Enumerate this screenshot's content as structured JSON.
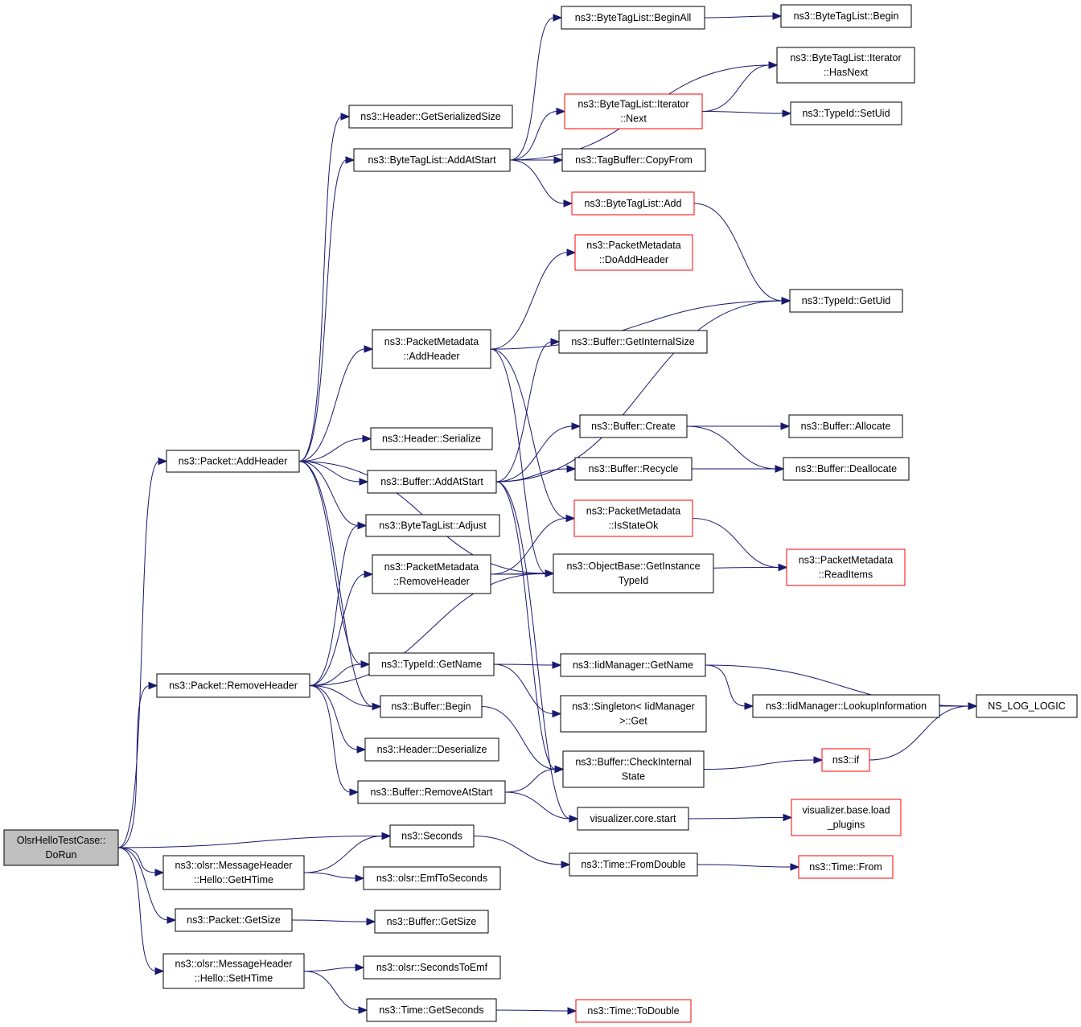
{
  "graph": {
    "nodes": [
      {
        "id": "root",
        "lines": [
          "OlsrHelloTestCase::",
          "DoRun"
        ],
        "kind": "root"
      },
      {
        "id": "pkt_addheader",
        "lines": [
          "ns3::Packet::AddHeader"
        ],
        "kind": "normal"
      },
      {
        "id": "pkt_removeheader",
        "lines": [
          "ns3::Packet::RemoveHeader"
        ],
        "kind": "normal"
      },
      {
        "id": "seconds",
        "lines": [
          "ns3::Seconds"
        ],
        "kind": "normal"
      },
      {
        "id": "gethtime",
        "lines": [
          "ns3::olsr::MessageHeader",
          "::Hello::GetHTime"
        ],
        "kind": "normal"
      },
      {
        "id": "pkt_getsize",
        "lines": [
          "ns3::Packet::GetSize"
        ],
        "kind": "normal"
      },
      {
        "id": "sethtime",
        "lines": [
          "ns3::olsr::MessageHeader",
          "::Hello::SetHTime"
        ],
        "kind": "normal"
      },
      {
        "id": "hdr_getserializedsize",
        "lines": [
          "ns3::Header::GetSerializedSize"
        ],
        "kind": "normal"
      },
      {
        "id": "btl_addatstart",
        "lines": [
          "ns3::ByteTagList::AddAtStart"
        ],
        "kind": "normal"
      },
      {
        "id": "pm_addheader",
        "lines": [
          "ns3::PacketMetadata",
          "::AddHeader"
        ],
        "kind": "normal"
      },
      {
        "id": "hdr_serialize",
        "lines": [
          "ns3::Header::Serialize"
        ],
        "kind": "normal"
      },
      {
        "id": "buf_addatstart",
        "lines": [
          "ns3::Buffer::AddAtStart"
        ],
        "kind": "normal"
      },
      {
        "id": "btl_adjust",
        "lines": [
          "ns3::ByteTagList::Adjust"
        ],
        "kind": "normal"
      },
      {
        "id": "pm_removeheader",
        "lines": [
          "ns3::PacketMetadata",
          "::RemoveHeader"
        ],
        "kind": "normal"
      },
      {
        "id": "typeid_getname",
        "lines": [
          "ns3::TypeId::GetName"
        ],
        "kind": "normal"
      },
      {
        "id": "buf_begin",
        "lines": [
          "ns3::Buffer::Begin"
        ],
        "kind": "normal"
      },
      {
        "id": "hdr_deserialize",
        "lines": [
          "ns3::Header::Deserialize"
        ],
        "kind": "normal"
      },
      {
        "id": "buf_removeatstart",
        "lines": [
          "ns3::Buffer::RemoveAtStart"
        ],
        "kind": "normal"
      },
      {
        "id": "emftoseconds",
        "lines": [
          "ns3::olsr::EmfToSeconds"
        ],
        "kind": "normal"
      },
      {
        "id": "buf_getsize",
        "lines": [
          "ns3::Buffer::GetSize"
        ],
        "kind": "normal"
      },
      {
        "id": "secondstoemf",
        "lines": [
          "ns3::olsr::SecondsToEmf"
        ],
        "kind": "normal"
      },
      {
        "id": "time_getseconds",
        "lines": [
          "ns3::Time::GetSeconds"
        ],
        "kind": "normal"
      },
      {
        "id": "btl_beginall",
        "lines": [
          "ns3::ByteTagList::BeginAll"
        ],
        "kind": "normal"
      },
      {
        "id": "btl_iter_next",
        "lines": [
          "ns3::ByteTagList::Iterator",
          "::Next"
        ],
        "kind": "truncated"
      },
      {
        "id": "tagbuf_copyfrom",
        "lines": [
          "ns3::TagBuffer::CopyFrom"
        ],
        "kind": "normal"
      },
      {
        "id": "btl_add",
        "lines": [
          "ns3::ByteTagList::Add"
        ],
        "kind": "truncated"
      },
      {
        "id": "pm_doaddheader",
        "lines": [
          "ns3::PacketMetadata",
          "::DoAddHeader"
        ],
        "kind": "truncated"
      },
      {
        "id": "buf_getinternalsize",
        "lines": [
          "ns3::Buffer::GetInternalSize"
        ],
        "kind": "normal"
      },
      {
        "id": "buf_create",
        "lines": [
          "ns3::Buffer::Create"
        ],
        "kind": "normal"
      },
      {
        "id": "buf_recycle",
        "lines": [
          "ns3::Buffer::Recycle"
        ],
        "kind": "normal"
      },
      {
        "id": "pm_isstateok",
        "lines": [
          "ns3::PacketMetadata",
          "::IsStateOk"
        ],
        "kind": "truncated"
      },
      {
        "id": "objbase_getinstancetypeid",
        "lines": [
          "ns3::ObjectBase::GetInstance",
          "TypeId"
        ],
        "kind": "normal"
      },
      {
        "id": "iidmgr_getname",
        "lines": [
          "ns3::IidManager::GetName"
        ],
        "kind": "normal"
      },
      {
        "id": "singleton_get",
        "lines": [
          "ns3::Singleton< IidManager",
          ">::Get"
        ],
        "kind": "normal"
      },
      {
        "id": "buf_checkinternalstate",
        "lines": [
          "ns3::Buffer::CheckInternal",
          "State"
        ],
        "kind": "normal"
      },
      {
        "id": "viz_core_start",
        "lines": [
          "visualizer.core.start"
        ],
        "kind": "normal"
      },
      {
        "id": "time_fromdouble",
        "lines": [
          "ns3::Time::FromDouble"
        ],
        "kind": "normal"
      },
      {
        "id": "time_todouble",
        "lines": [
          "ns3::Time::ToDouble"
        ],
        "kind": "truncated"
      },
      {
        "id": "btl_begin",
        "lines": [
          "ns3::ByteTagList::Begin"
        ],
        "kind": "normal"
      },
      {
        "id": "btl_iter_hasnext",
        "lines": [
          "ns3::ByteTagList::Iterator",
          "::HasNext"
        ],
        "kind": "normal"
      },
      {
        "id": "typeid_setuid",
        "lines": [
          "ns3::TypeId::SetUid"
        ],
        "kind": "normal"
      },
      {
        "id": "typeid_getuid",
        "lines": [
          "ns3::TypeId::GetUid"
        ],
        "kind": "normal"
      },
      {
        "id": "buf_allocate",
        "lines": [
          "ns3::Buffer::Allocate"
        ],
        "kind": "normal"
      },
      {
        "id": "buf_deallocate",
        "lines": [
          "ns3::Buffer::Deallocate"
        ],
        "kind": "normal"
      },
      {
        "id": "pm_readitems",
        "lines": [
          "ns3::PacketMetadata",
          "::ReadItems"
        ],
        "kind": "truncated"
      },
      {
        "id": "iidmgr_lookupinformation",
        "lines": [
          "ns3::IidManager::LookupInformation"
        ],
        "kind": "normal"
      },
      {
        "id": "ns_log_logic",
        "lines": [
          "NS_LOG_LOGIC"
        ],
        "kind": "normal"
      },
      {
        "id": "ns3_if",
        "lines": [
          "ns3::if"
        ],
        "kind": "truncated"
      },
      {
        "id": "viz_base_load_plugins",
        "lines": [
          "visualizer.base.load",
          "_plugins"
        ],
        "kind": "truncated"
      },
      {
        "id": "time_from",
        "lines": [
          "ns3::Time::From"
        ],
        "kind": "truncated"
      }
    ],
    "edges": [
      [
        "root",
        "pkt_addheader"
      ],
      [
        "root",
        "pkt_removeheader"
      ],
      [
        "root",
        "seconds"
      ],
      [
        "root",
        "gethtime"
      ],
      [
        "root",
        "pkt_getsize"
      ],
      [
        "root",
        "sethtime"
      ],
      [
        "pkt_addheader",
        "hdr_getserializedsize"
      ],
      [
        "pkt_addheader",
        "btl_addatstart"
      ],
      [
        "pkt_addheader",
        "pm_addheader"
      ],
      [
        "pkt_addheader",
        "objbase_getinstancetypeid"
      ],
      [
        "pkt_addheader",
        "hdr_serialize"
      ],
      [
        "pkt_addheader",
        "buf_addatstart"
      ],
      [
        "pkt_addheader",
        "btl_adjust"
      ],
      [
        "pkt_addheader",
        "typeid_getname"
      ],
      [
        "pkt_addheader",
        "buf_begin"
      ],
      [
        "pkt_removeheader",
        "btl_adjust"
      ],
      [
        "pkt_removeheader",
        "pm_removeheader"
      ],
      [
        "pkt_removeheader",
        "objbase_getinstancetypeid"
      ],
      [
        "pkt_removeheader",
        "typeid_getname"
      ],
      [
        "pkt_removeheader",
        "buf_begin"
      ],
      [
        "pkt_removeheader",
        "hdr_deserialize"
      ],
      [
        "pkt_removeheader",
        "buf_removeatstart"
      ],
      [
        "gethtime",
        "seconds"
      ],
      [
        "gethtime",
        "emftoseconds"
      ],
      [
        "pkt_getsize",
        "buf_getsize"
      ],
      [
        "sethtime",
        "secondstoemf"
      ],
      [
        "sethtime",
        "time_getseconds"
      ],
      [
        "seconds",
        "time_fromdouble"
      ],
      [
        "btl_addatstart",
        "btl_beginall"
      ],
      [
        "btl_addatstart",
        "btl_iter_hasnext"
      ],
      [
        "btl_addatstart",
        "btl_iter_next"
      ],
      [
        "btl_addatstart",
        "tagbuf_copyfrom"
      ],
      [
        "btl_addatstart",
        "btl_add"
      ],
      [
        "pm_addheader",
        "pm_doaddheader"
      ],
      [
        "pm_addheader",
        "typeid_getuid"
      ],
      [
        "pm_addheader",
        "pm_isstateok"
      ],
      [
        "pm_addheader",
        "objbase_getinstancetypeid"
      ],
      [
        "buf_addatstart",
        "buf_getinternalsize"
      ],
      [
        "buf_addatstart",
        "buf_create"
      ],
      [
        "buf_addatstart",
        "buf_recycle"
      ],
      [
        "buf_addatstart",
        "buf_checkinternalstate"
      ],
      [
        "buf_addatstart",
        "viz_core_start"
      ],
      [
        "buf_addatstart",
        "typeid_getuid"
      ],
      [
        "pm_removeheader",
        "pm_isstateok"
      ],
      [
        "pm_removeheader",
        "objbase_getinstancetypeid"
      ],
      [
        "pm_removeheader",
        "pm_readitems"
      ],
      [
        "typeid_getname",
        "iidmgr_getname"
      ],
      [
        "typeid_getname",
        "singleton_get"
      ],
      [
        "buf_begin",
        "buf_checkinternalstate"
      ],
      [
        "buf_removeatstart",
        "buf_checkinternalstate"
      ],
      [
        "buf_removeatstart",
        "viz_core_start"
      ],
      [
        "time_getseconds",
        "time_todouble"
      ],
      [
        "btl_beginall",
        "btl_begin"
      ],
      [
        "btl_iter_next",
        "btl_iter_hasnext"
      ],
      [
        "btl_iter_next",
        "typeid_setuid"
      ],
      [
        "btl_add",
        "typeid_getuid"
      ],
      [
        "buf_create",
        "buf_allocate"
      ],
      [
        "buf_create",
        "buf_deallocate"
      ],
      [
        "buf_recycle",
        "buf_deallocate"
      ],
      [
        "pm_isstateok",
        "pm_readitems"
      ],
      [
        "iidmgr_getname",
        "iidmgr_lookupinformation"
      ],
      [
        "iidmgr_getname",
        "ns_log_logic"
      ],
      [
        "iidmgr_lookupinformation",
        "ns_log_logic"
      ],
      [
        "buf_checkinternalstate",
        "ns3_if"
      ],
      [
        "ns3_if",
        "ns_log_logic"
      ],
      [
        "viz_core_start",
        "viz_base_load_plugins"
      ],
      [
        "time_fromdouble",
        "time_from"
      ]
    ]
  }
}
